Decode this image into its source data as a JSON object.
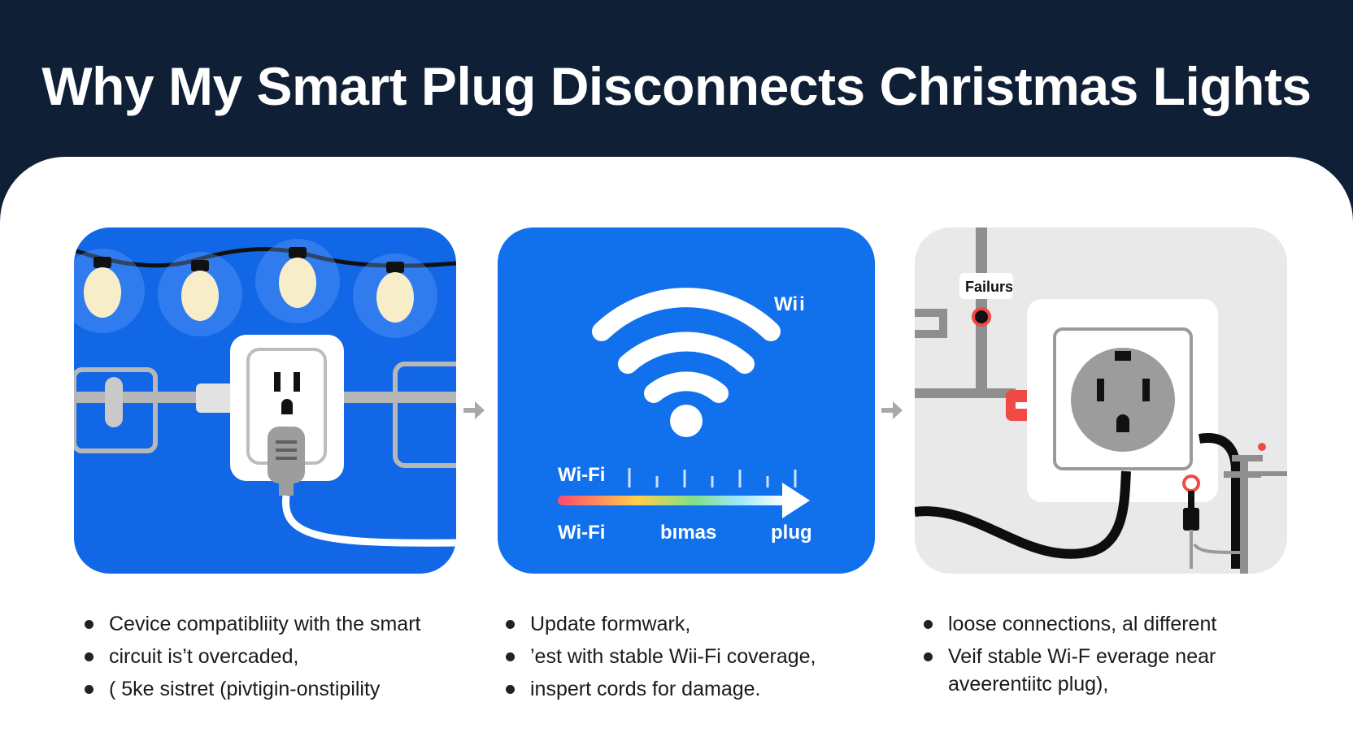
{
  "title": "Why My Smart Plug Disconnects Christmas Lights",
  "colors": {
    "navy": "#0f1f36",
    "blue": "#1167e5",
    "red": "#ef4a45",
    "white": "#ffffff"
  },
  "panels": [
    {
      "icons": [
        "string-lights-icon",
        "smart-plug-icon",
        "power-cord-icon"
      ]
    },
    {
      "icons": [
        "wifi-icon",
        "signal-gradient-arrow-icon"
      ],
      "wifi_label": "Wi i",
      "gauge_label": "Wi-Fi",
      "scale_labels": [
        "Wi-Fi",
        "bımas",
        "plug"
      ]
    },
    {
      "icons": [
        "wall-outlet-icon",
        "breaker-icon",
        "failure-point-icon"
      ],
      "failure_label": "Failurs"
    }
  ],
  "bullets": {
    "col1": [
      "Cevice compatibliity with the smart",
      "circuit is’t overcaded,",
      "( 5ke sistret (pivtigin-onstipility"
    ],
    "col2": [
      "Update formwark,",
      "’est with stable Wii-Fi coverage,",
      "inspert cords for damage."
    ],
    "col3": [
      "loose connections,  al different",
      "Veif stable Wi-F  everage near",
      "aveerentiitc plug),"
    ]
  }
}
